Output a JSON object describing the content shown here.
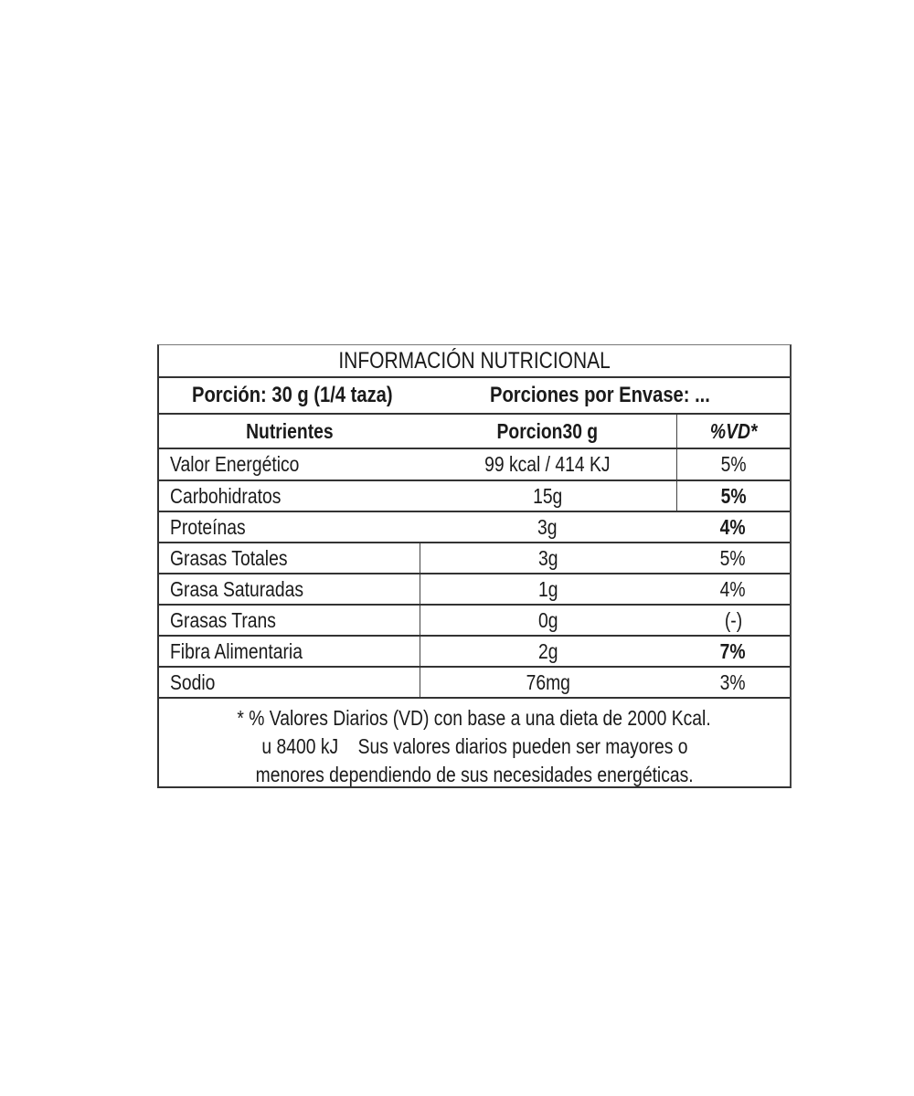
{
  "title": "INFORMACIÓN NUTRICIONAL",
  "serving": {
    "size": "Porción: 30 g (1/4 taza)",
    "per_container": "Porciones por Envase: ..."
  },
  "headers": {
    "nutrient": "Nutrientes",
    "amount": "Porcion30 g",
    "dv": "%VD*"
  },
  "rows": [
    {
      "name": "Valor Energético",
      "amount": "99 kcal / 414 KJ",
      "dv": "5%"
    },
    {
      "name": "Carbohidratos",
      "amount": "15g",
      "dv": "5%"
    },
    {
      "name": "Proteínas",
      "amount": "3g",
      "dv": "4%"
    },
    {
      "name": "Grasas Totales",
      "amount": "3g",
      "dv": "5%"
    },
    {
      "name": "Grasa Saturadas",
      "amount": "1g",
      "dv": "4%"
    },
    {
      "name": "Grasas Trans",
      "amount": "0g",
      "dv": "(-)"
    },
    {
      "name": "Fibra Alimentaria",
      "amount": "2g",
      "dv": "7%"
    },
    {
      "name": "Sodio",
      "amount": "76mg",
      "dv": "3%"
    }
  ],
  "footnote": [
    "* % Valores Diarios (VD) con base a una dieta de 2000 Kcal.",
    "u 8400 kJ    Sus valores diarios pueden ser mayores o",
    "menores dependiendo de sus necesidades energéticas."
  ]
}
